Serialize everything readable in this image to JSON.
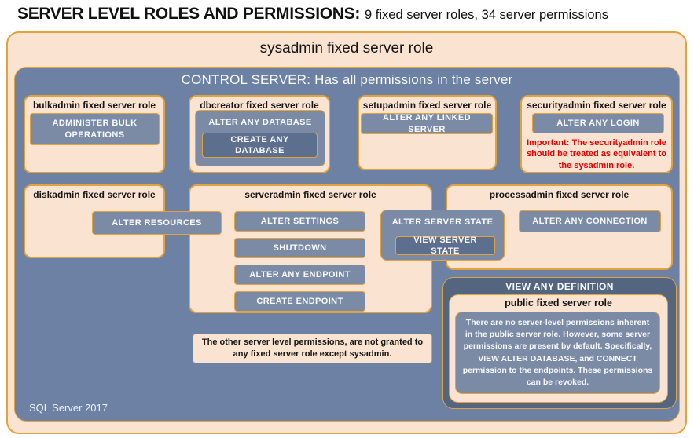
{
  "title": {
    "main": "SERVER LEVEL ROLES AND PERMISSIONS:",
    "sub": "9 fixed server roles, 34 server permissions"
  },
  "sysadmin": {
    "label": "sysadmin fixed server role"
  },
  "control": {
    "label": "CONTROL SERVER: Has all permissions in the server"
  },
  "roles": {
    "bulkadmin": {
      "title": "bulkadmin fixed server role",
      "perm": "ADMINISTER BULK OPERATIONS"
    },
    "dbcreator": {
      "title": "dbcreator fixed server role",
      "perm_outer": "ALTER ANY DATABASE",
      "perm_inner": "CREATE ANY DATABASE"
    },
    "setupadmin": {
      "title": "setupadmin fixed server role",
      "perm": "ALTER ANY LINKED SERVER"
    },
    "securityadmin": {
      "title": "securityadmin fixed server role",
      "perm": "ALTER ANY LOGIN",
      "warning": "Important: The securityadmin role should be treated as equivalent to the sysadmin role."
    },
    "diskadmin": {
      "title": "diskadmin fixed server role",
      "perm": "ALTER RESOURCES"
    },
    "serveradmin": {
      "title": "serveradmin fixed server role",
      "perms": [
        "ALTER SETTINGS",
        "SHUTDOWN",
        "ALTER ANY ENDPOINT",
        "CREATE ENDPOINT"
      ],
      "perm_outer": "ALTER SERVER STATE",
      "perm_inner": "VIEW SERVER STATE"
    },
    "processadmin": {
      "title": "processadmin fixed server role",
      "perm": "ALTER ANY CONNECTION"
    },
    "public": {
      "wrapper": "VIEW ANY DEFINITION",
      "title": "public fixed server role",
      "body": "There are no server-level permissions inherent in the public server role. However, some server permissions are present by default. Specifically, VIEW ALTER DATABASE, and CONNECT permission to the endpoints. These permissions can be revoked."
    }
  },
  "note": {
    "text": "The other server level permissions, are not granted to any fixed server role except sysadmin."
  },
  "footer": {
    "label": "SQL Server 2017"
  },
  "colors": {
    "gold": "#E2A23C",
    "peach": "#FAE3D1",
    "slate": "#6C81A3",
    "badge": "#7B8BA6",
    "badgedark": "#5D6F8E",
    "paneldark": "#54657F",
    "red": "#E60000",
    "ink": "#111111",
    "snow": "#F7F9FB"
  }
}
